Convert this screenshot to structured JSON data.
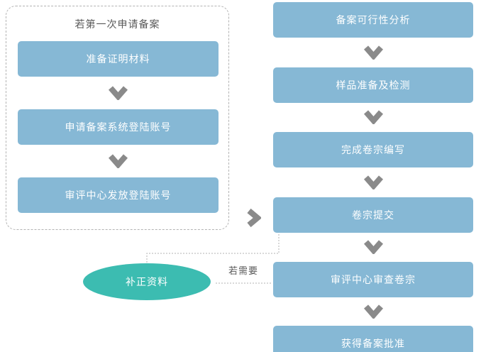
{
  "diagram": {
    "left_panel": {
      "title": "若第一次申请备案",
      "steps": [
        "准备证明材料",
        "申请备案系统登陆账号",
        "审评中心发放登陆账号"
      ]
    },
    "right_flow": {
      "steps": [
        "备案可行性分析",
        "样品准备及检测",
        "完成卷宗编写",
        "卷宗提交",
        "审评中心审查卷宗",
        "获得备案批准"
      ]
    },
    "correction_node": "补正资料",
    "condition_label": "若需要",
    "colors": {
      "step_box": "#86b8d5",
      "correction_ellipse": "#3cbcb1",
      "arrow": "#8a8a8a",
      "dashed_line": "#b3b3b3",
      "box_text": "#ffffff",
      "label_text": "#595959"
    }
  }
}
